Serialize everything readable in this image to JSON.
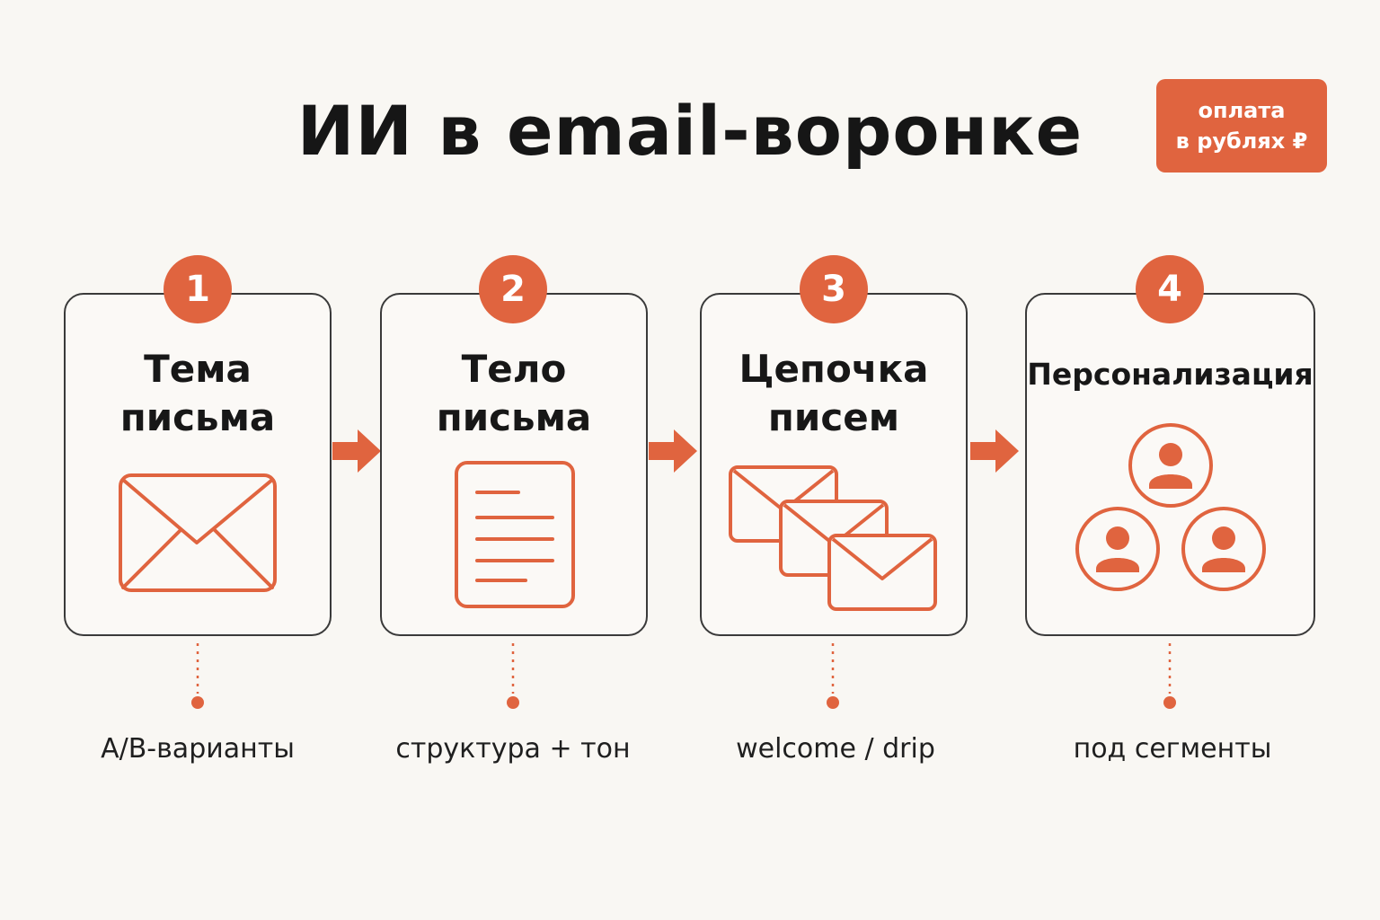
{
  "title": "ИИ в email-воронке",
  "badge": {
    "line1": "оплата",
    "line2": "в рублях ₽"
  },
  "accent_color": "#e0643f",
  "steps": [
    {
      "number": "1",
      "title_line1": "Тема",
      "title_line2": "письма",
      "icon": "envelope-icon",
      "caption": "A/B-варианты"
    },
    {
      "number": "2",
      "title_line1": "Тело",
      "title_line2": "письма",
      "icon": "document-icon",
      "caption": "структура + тон"
    },
    {
      "number": "3",
      "title_line1": "Цепочка",
      "title_line2": "писем",
      "icon": "envelopes-stack-icon",
      "caption": "welcome / drip"
    },
    {
      "number": "4",
      "title_line1": "Персонализация",
      "icon": "user-segments-icon",
      "caption": "под сегменты"
    }
  ]
}
